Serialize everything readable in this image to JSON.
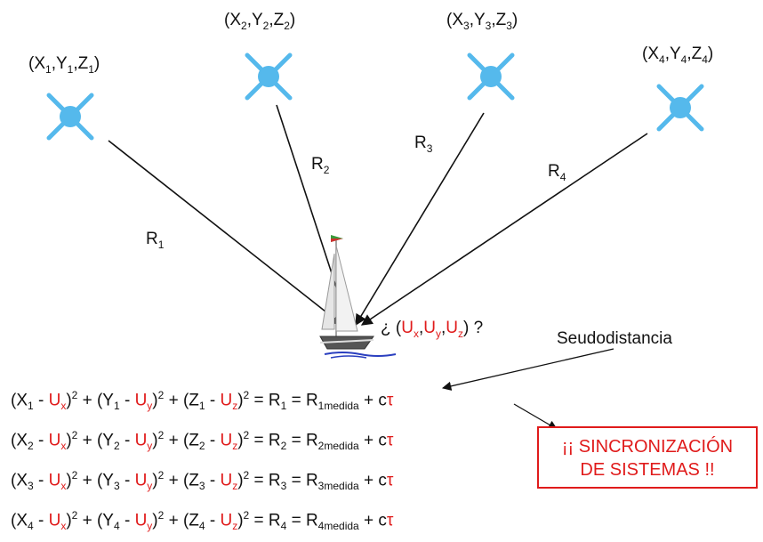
{
  "satellites": [
    {
      "id": 1,
      "coord_label": {
        "p1": "(X",
        "s1": "1",
        "p2": ",Y",
        "s2": "1",
        "p3": ",Z",
        "s3": "1",
        "p4": ")"
      },
      "range_label": {
        "base": "R",
        "sub": "1"
      }
    },
    {
      "id": 2,
      "coord_label": {
        "p1": "(X",
        "s1": "2",
        "p2": ",Y",
        "s2": "2",
        "p3": ",Z",
        "s3": "2",
        "p4": ")"
      },
      "range_label": {
        "base": "R",
        "sub": "2"
      }
    },
    {
      "id": 3,
      "coord_label": {
        "p1": "(X",
        "s1": "3",
        "p2": ",Y",
        "s2": "3",
        "p3": ",Z",
        "s3": "3",
        "p4": ")"
      },
      "range_label": {
        "base": "R",
        "sub": "3"
      }
    },
    {
      "id": 4,
      "coord_label": {
        "p1": "(X",
        "s1": "4",
        "p2": ",Y",
        "s2": "4",
        "p3": ",Z",
        "s3": "4",
        "p4": ")"
      },
      "range_label": {
        "base": "R",
        "sub": "4"
      }
    }
  ],
  "colors": {
    "satellite": "#55b9ec",
    "line": "#111111",
    "red": "#e01b1b"
  },
  "receiver": {
    "prefix": "¿ (",
    "ux": "U",
    "ux_sub": "x",
    "comma1": ",",
    "uy": "U",
    "uy_sub": "y",
    "comma2": ",",
    "uz": "U",
    "uz_sub": "z",
    "suffix": ") ?",
    "icon": "sailboat-icon"
  },
  "pseudorange_label": "Seudodistancia",
  "equations": [
    {
      "n": "1",
      "medida": "1medida"
    },
    {
      "n": "2",
      "medida": "2medida"
    },
    {
      "n": "3",
      "medida": "3medida"
    },
    {
      "n": "4",
      "medida": "4medida"
    }
  ],
  "equation_parts": {
    "open_x": "(X",
    "minus": " - ",
    "U": "U",
    "sx": "x",
    "sy": "y",
    "sz": "z",
    "close_sq": ")",
    "sq": "2",
    "plus": " + ",
    "open_y": "(Y",
    "open_z": "(Z",
    "eq": " = R",
    "eq2": " = R",
    "plus_c": " + c",
    "tau": "τ"
  },
  "sync_box": {
    "line1": "¡¡ SINCRONIZACIÓN",
    "line2": "DE SISTEMAS !!"
  }
}
